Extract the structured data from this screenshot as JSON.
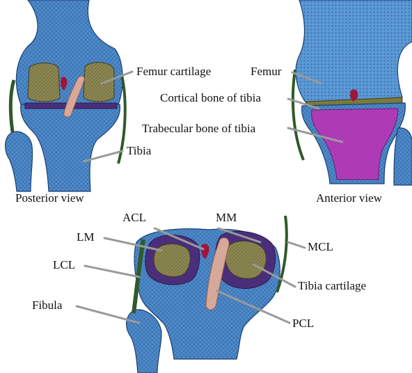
{
  "views": {
    "posterior": {
      "caption": "Posterior view",
      "labels": {
        "femur_cartilage": "Femur cartilage",
        "tibia": "Tibia"
      }
    },
    "anterior": {
      "caption": "Anterior view",
      "labels": {
        "femur": "Femur",
        "cortical_bone": "Cortical bone of tibia",
        "trabecular_bone": "Trabecular bone of tibia"
      }
    },
    "bottom": {
      "labels": {
        "acl": "ACL",
        "mm": "MM",
        "lm": "LM",
        "mcl": "MCL",
        "lcl": "LCL",
        "tibia_cartilage": "Tibia cartilage",
        "fibula": "Fibula",
        "pcl": "PCL"
      }
    }
  },
  "colors": {
    "bone_blue": "#4a86c5",
    "bone_light": "#6aa6dc",
    "cartilage_olive": "#8a8450",
    "meniscus_purple": "#4a2e7a",
    "ligament_pink": "#d9a89a",
    "ligament_green": "#2f5a2a",
    "trabecular_magenta": "#b03ab8",
    "acl_red": "#a0153a",
    "leader_gray": "#9a9a9a"
  }
}
